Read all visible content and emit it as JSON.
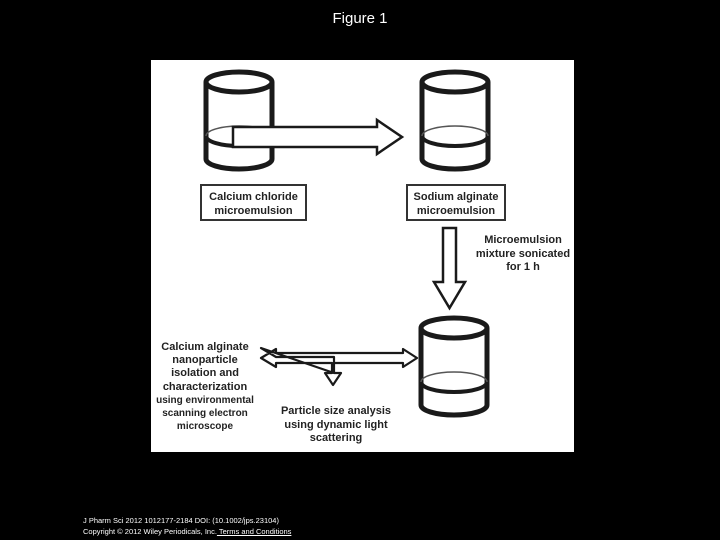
{
  "page_title": "Figure 1",
  "diagram": {
    "box_calcium_chloride": [
      "Calcium chloride",
      "microemulsion"
    ],
    "box_sodium_alginate": [
      "Sodium alginate",
      "microemulsion"
    ],
    "sonication_label": [
      "Microemulsion",
      "mixture sonicated",
      "for 1 h"
    ],
    "isolation_label": [
      "Calcium alginate",
      "nanoparticle",
      "isolation and",
      "characterization",
      "using environmental",
      "scanning electron",
      "microscope"
    ],
    "particle_label": [
      "Particle size analysis",
      "using dynamic light",
      "scattering"
    ]
  },
  "footer": {
    "citation": "J Pharm Sci 2012 1012177-2184 DOI: (10.1002/jps.23104)",
    "copyright": "Copyright © 2012 Wiley Periodicals, Inc.",
    "terms_link": " Terms and Conditions"
  }
}
